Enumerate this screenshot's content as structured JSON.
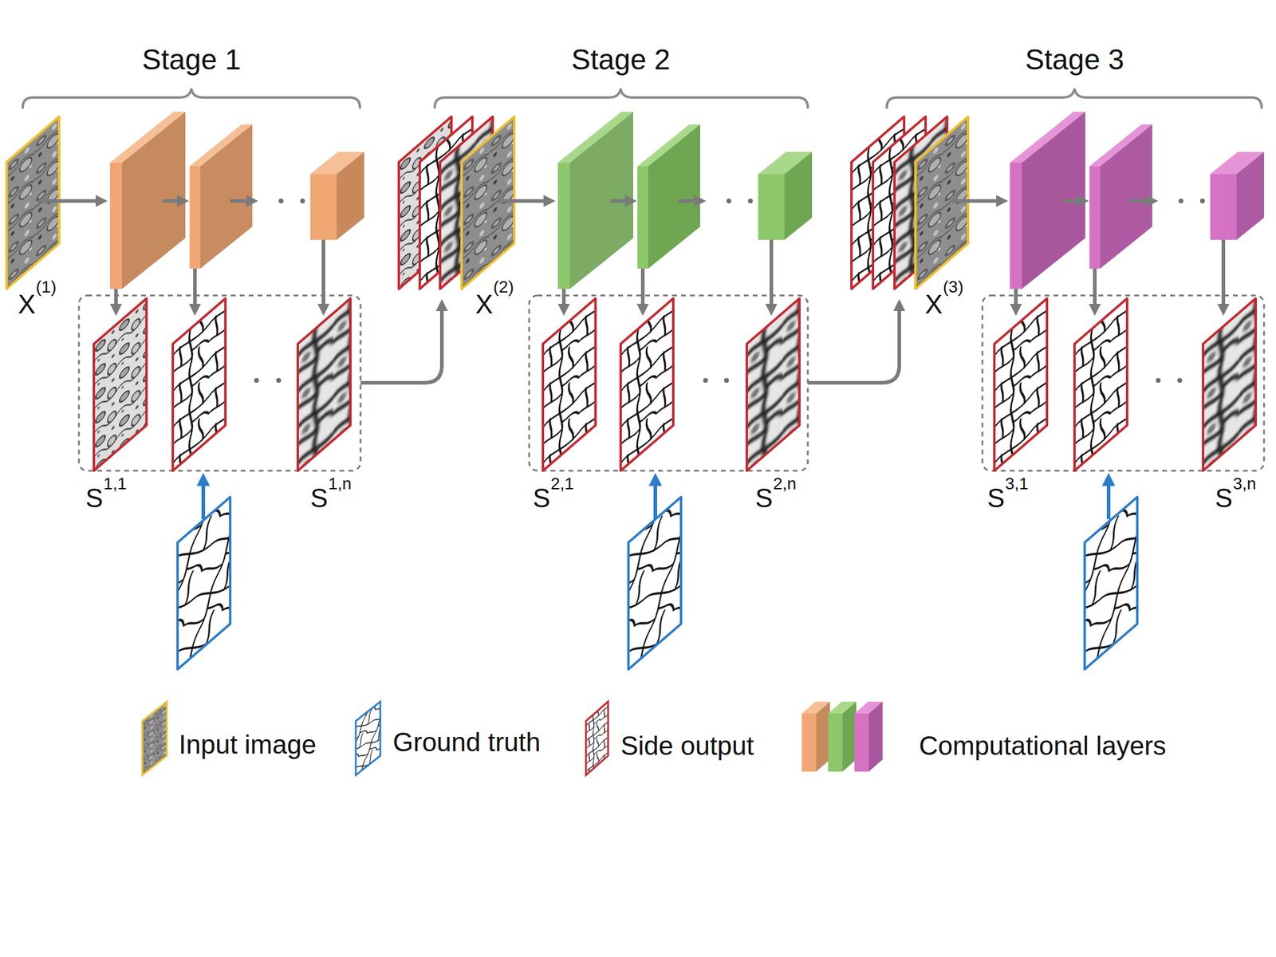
{
  "diagram": {
    "nodes": [
      {
        "text": [
          "X",
          "(1)"
        ]
      },
      {
        "text": [
          "S",
          "1,1"
        ]
      },
      {
        "text": [
          "S",
          "1,n"
        ]
      },
      {
        "text": [
          "X",
          "(2)"
        ]
      },
      {
        "text": [
          "S",
          "2,1"
        ]
      },
      {
        "text": [
          "S",
          "2,n"
        ]
      },
      {
        "text": [
          "X",
          "(3)"
        ]
      },
      {
        "text": [
          "S",
          "3,1"
        ]
      },
      {
        "text": [
          "S",
          "3,n"
        ]
      }
    ],
    "labels": [
      "Stage 1",
      "Stage 2",
      "Stage 3"
    ],
    "legend": [
      {
        "text": "Input image"
      },
      {
        "text": "Ground truth"
      },
      {
        "text": "Side output"
      },
      {
        "text": "Computational layers"
      }
    ]
  }
}
